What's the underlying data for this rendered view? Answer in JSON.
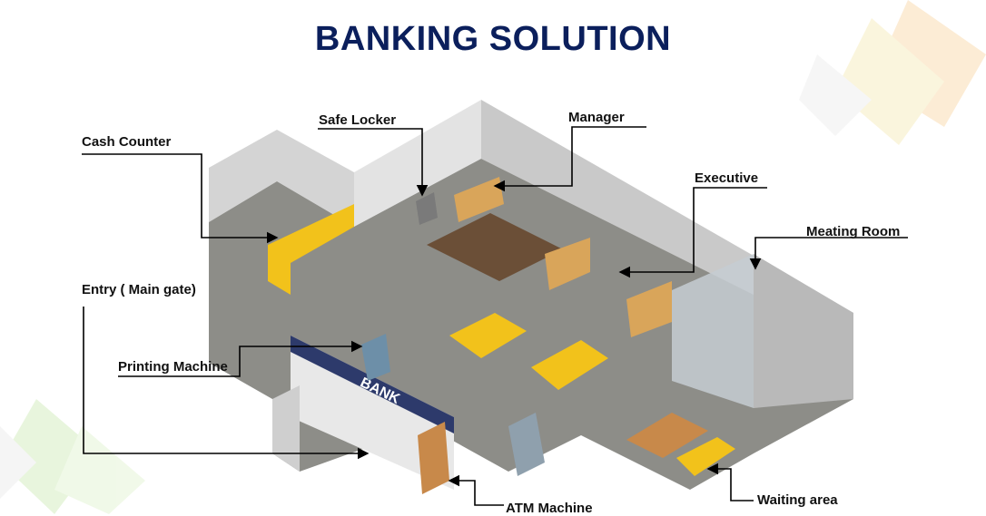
{
  "title": "BANKING SOLUTION",
  "illustration": {
    "sign_text": "BANK"
  },
  "labels": {
    "cash_counter": "Cash Counter",
    "safe_locker": "Safe Locker",
    "manager": "Manager",
    "executive": "Executive",
    "meeting_room": "Meating Room",
    "entry": "Entry ( Main gate)",
    "printing_machine": "Printing Machine",
    "atm_machine": "ATM Machine",
    "waiting_area": "Waiting area"
  },
  "colors": {
    "title": "#0b1f5c",
    "floor": "#8a8a86",
    "wall": "#d9d9d9",
    "accent_yellow": "#f2c21b",
    "facade_blue": "#2d3a6b"
  }
}
